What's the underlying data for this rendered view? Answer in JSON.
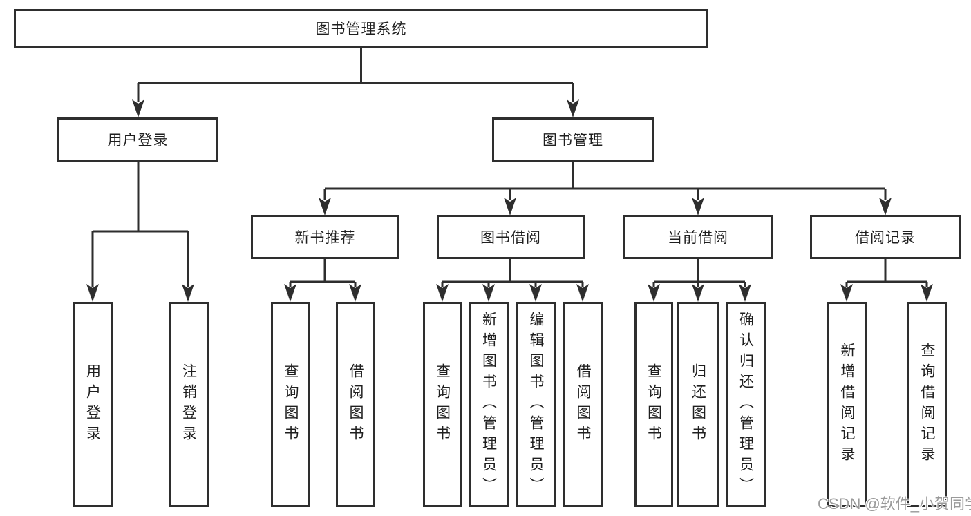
{
  "tree": {
    "root": {
      "label": "图书管理系统"
    },
    "branches": [
      {
        "label": "用户登录",
        "children": [
          {
            "label": "用户登录"
          },
          {
            "label": "注销登录"
          }
        ]
      },
      {
        "label": "图书管理",
        "children": [
          {
            "label": "新书推荐",
            "children": [
              {
                "label": "查询图书"
              },
              {
                "label": "借阅图书"
              }
            ]
          },
          {
            "label": "图书借阅",
            "children": [
              {
                "label": "查询图书"
              },
              {
                "label": "新增图书（管理员）"
              },
              {
                "label": "编辑图书（管理员）"
              },
              {
                "label": "借阅图书"
              }
            ]
          },
          {
            "label": "当前借阅",
            "children": [
              {
                "label": "查询图书"
              },
              {
                "label": "归还图书"
              },
              {
                "label": "确认归还（管理员）"
              }
            ]
          },
          {
            "label": "借阅记录",
            "children": [
              {
                "label": "新增借阅记录"
              },
              {
                "label": "查询借阅记录"
              }
            ]
          }
        ]
      }
    ]
  },
  "watermark": {
    "text": "CSDN @软件_小贺同学"
  },
  "colors": {
    "line": "#2e2e2e",
    "text": "#1f1f1f",
    "background": "#ffffff",
    "watermark": "#9a9a9a"
  }
}
